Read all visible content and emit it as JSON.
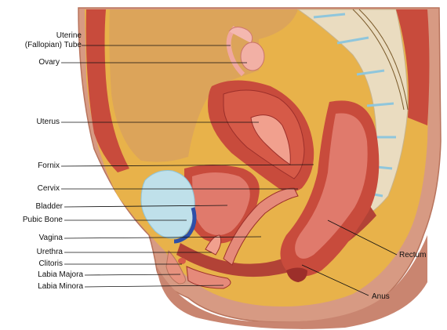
{
  "labels": {
    "uterine_tube": "Uterine\n(Fallopian) Tube",
    "ovary": "Ovary",
    "uterus": "Uterus",
    "fornix": "Fornix",
    "cervix": "Cervix",
    "bladder": "Bladder",
    "pubic_bone": "Pubic Bone",
    "vagina": "Vagina",
    "urethra": "Urethra",
    "clitoris": "Clitoris",
    "labia_majora": "Labia Majora",
    "labia_minora": "Labia Minora",
    "rectum": "Rectum",
    "anus": "Anus"
  },
  "colors": {
    "background": "#ffffff",
    "skin": "#d79a83",
    "skin_dark": "#b8735c",
    "fat": "#e8b24a",
    "fat_light": "#f0c567",
    "abdominal_cavity": "#dca45a",
    "muscle": "#c84b3c",
    "muscle_dark": "#9c2f2a",
    "organ_pink": "#e07a6c",
    "organ_light": "#f1a08e",
    "bone": "#eadcc0",
    "bone_blue": "#8fc6dc",
    "cartilage": "#bfe0ea",
    "pubic_bone_blue": "#2d4fa8",
    "leader_line": "#111111"
  }
}
